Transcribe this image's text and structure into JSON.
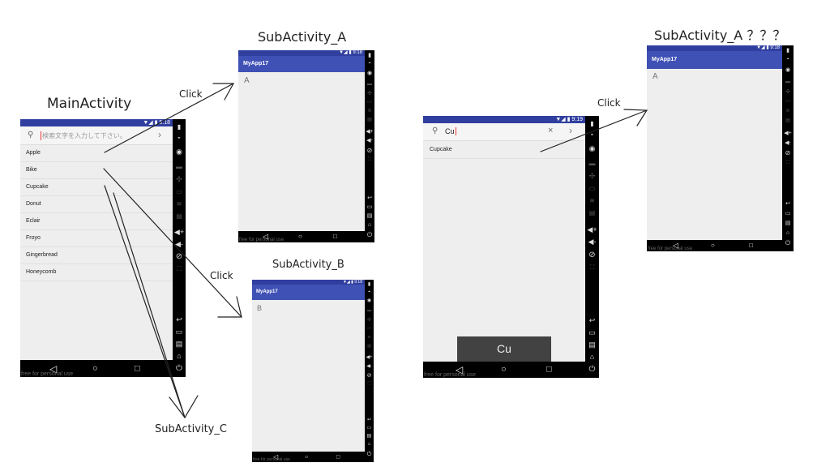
{
  "titles": {
    "main": "MainActivity",
    "sub_a": "SubActivity_A",
    "sub_b": "SubActivity_B",
    "sub_c": "SubActivity_C",
    "sub_a_question": "SubActivity_A ？？？"
  },
  "click_label": "Click",
  "main_phone": {
    "status_time": "5:18",
    "search_placeholder": "検索文字を入力して下さい。",
    "search_submit": "›",
    "items": [
      "Apple",
      "Bike",
      "Cupcake",
      "Donut",
      "Eclair",
      "Froyo",
      "Gingerbread",
      "Honeycomb"
    ],
    "watermark": "free for personal use"
  },
  "sub_a": {
    "status_time": "9:18",
    "app_title": "MyApp17",
    "content": "A",
    "watermark": "free for personal use"
  },
  "sub_b": {
    "status_time": "9:18",
    "app_title": "MyApp17",
    "content": "B",
    "watermark": "free for personal use"
  },
  "search_phone": {
    "status_time": "9:19",
    "search_value": "Cu",
    "clear": "×",
    "submit": "›",
    "result": "Cupcake",
    "keyboard_hint": "Cu",
    "watermark": "free for personal use"
  },
  "sub_a2": {
    "status_time": "9:18",
    "app_title": "MyApp17",
    "content": "A",
    "watermark": "free for personal use"
  },
  "nav": {
    "back": "◁",
    "home": "○",
    "recent": "□"
  },
  "colors": {
    "primary": "#3f51b5",
    "primary_dark": "#303f9f",
    "screen_bg": "#eeeeee",
    "nav_bg": "#000000"
  },
  "icons": [
    "battery-icon",
    "gps-icon",
    "camera-icon",
    "volume-up-icon",
    "volume-down-icon",
    "rotate-icon",
    "back-icon",
    "home-icon",
    "recent-apps-icon",
    "power-icon"
  ]
}
